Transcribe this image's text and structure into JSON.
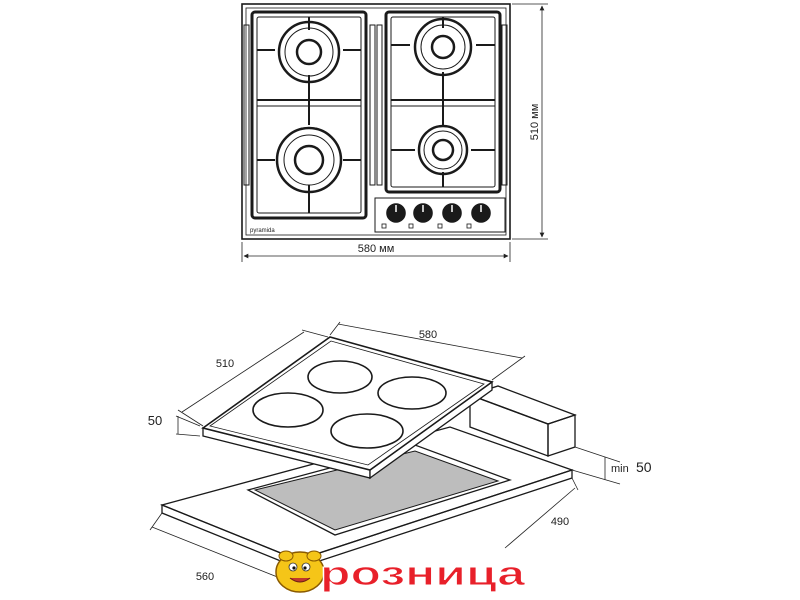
{
  "top_view": {
    "brand": "pyramida",
    "width_label": "580 мм",
    "height_label": "510 мм",
    "burner_count": 4,
    "knob_count": 4
  },
  "install_view": {
    "hob_width": "580",
    "hob_depth": "510",
    "hob_height": "50",
    "min_label": "min",
    "min_value": "50",
    "cutout_depth": "490",
    "cutout_width": "560"
  },
  "logo": {
    "text": "розница"
  },
  "colors": {
    "line": "#1a1a1a",
    "cutout": "#bdbdbd",
    "logo_red": "#e8202a",
    "logo_face": "#f5c518"
  }
}
